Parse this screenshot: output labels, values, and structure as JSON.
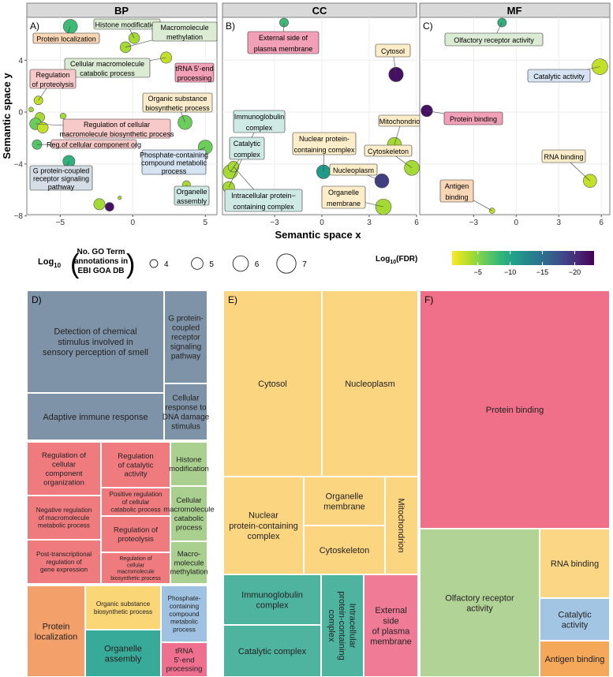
{
  "chart_data": [
    {
      "type": "scatter",
      "facet": "BP",
      "panel_letter": "A)",
      "xlim": [
        -7.3,
        5.8
      ],
      "ylim": [
        -7.9,
        7.3
      ],
      "xticks": [
        -5,
        0,
        5
      ],
      "xtick_labels": [
        "−5",
        "0",
        "5"
      ],
      "yticks": [
        4,
        0,
        -4,
        -8
      ],
      "ytick_labels": [
        "4",
        "0",
        "−4",
        "−8"
      ],
      "points": [
        {
          "label": "Protein localization",
          "x": -4.3,
          "y": 6.6,
          "log_size": 5.6,
          "log_fdr": -8
        },
        {
          "label": "Histone modification",
          "x": 0.1,
          "y": 5.7,
          "log_size": 4.8,
          "log_fdr": -4
        },
        {
          "label": "Macromolecule methylation",
          "x": -0.5,
          "y": 5.0,
          "log_size": 4.8,
          "log_fdr": -4
        },
        {
          "label": "Cellular macromolecule catabolic process",
          "x": 2.3,
          "y": 4.2,
          "log_size": 4.9,
          "log_fdr": -3
        },
        {
          "label": "tRNA 5'-end processing",
          "x": 5.0,
          "y": 3.0,
          "log_size": 3.3,
          "log_fdr": -3
        },
        {
          "label": "Regulation of proteolysis",
          "x": -6.5,
          "y": 0.9,
          "log_size": 4.3,
          "log_fdr": -3
        },
        {
          "label": "",
          "x": -7.0,
          "y": 0.2,
          "log_size": 3.3,
          "log_fdr": -4
        },
        {
          "label": "Organic substance biosynthetic process",
          "x": 3.6,
          "y": -0.8,
          "log_size": 5.6,
          "log_fdr": -6
        },
        {
          "label": "",
          "x": -4.8,
          "y": -0.3,
          "log_size": 3.6,
          "log_fdr": -4
        },
        {
          "label": "",
          "x": -6.4,
          "y": -0.4,
          "log_size": 4.5,
          "log_fdr": -4
        },
        {
          "label": "Regulation of cellular macromolecule biosynthetic process",
          "x": -6.7,
          "y": -0.9,
          "log_size": 5.0,
          "log_fdr": -6
        },
        {
          "label": "",
          "x": -6.2,
          "y": -1.2,
          "log_size": 4.8,
          "log_fdr": -3
        },
        {
          "label": "Reg of cellular component org",
          "x": -6.6,
          "y": -2.5,
          "log_size": 4.5,
          "log_fdr": -7
        },
        {
          "label": "Phosphate-containing compound metabolic process",
          "x": 5.0,
          "y": -2.7,
          "log_size": 5.6,
          "log_fdr": -6
        },
        {
          "label": "G protein-coupled receptor signaling pathway",
          "x": -4.4,
          "y": -3.8,
          "log_size": 5.1,
          "log_fdr": -9
        },
        {
          "label": "Organelle assembly",
          "x": 3.7,
          "y": -5.6,
          "log_size": 4.1,
          "log_fdr": -4
        },
        {
          "label": "",
          "x": -2.3,
          "y": -7.1,
          "log_size": 4.9,
          "log_fdr": -4
        },
        {
          "label": "",
          "x": -1.6,
          "y": -7.3,
          "log_size": 4.3,
          "log_fdr": -22
        },
        {
          "label": "",
          "x": -0.9,
          "y": -6.6,
          "log_size": 3.0,
          "log_fdr": -4
        }
      ],
      "labels": [
        {
          "text": "Histone modification",
          "fill": "#dcebd3",
          "callout_of": 1
        },
        {
          "text": "Macromolecule\nmethylation",
          "fill": "#dcebd3",
          "callout_of": 2
        },
        {
          "text": "Protein localization",
          "fill": "#f9d6b5",
          "callout_of": 0
        },
        {
          "text": "Cellular macromolecule\ncatabolic process",
          "fill": "#dcebd3",
          "callout_of": 3
        },
        {
          "text": "tRNA 5'-end\nprocessing",
          "fill": "#f2a0b8",
          "callout_of": 4
        },
        {
          "text": "Regulation\nof proteolysis",
          "fill": "#f8c9c9",
          "callout_of": 5
        },
        {
          "text": "Organic substance\nbiosynthetic process",
          "fill": "#faeccb",
          "callout_of": 7
        },
        {
          "text": "Regulation of cellular\nmacromolecule biosynthetic process",
          "fill": "#f8c9c9",
          "callout_of": 10
        },
        {
          "text": "Reg.of cellular component org",
          "fill": "#f8c9c9",
          "callout_of": 12
        },
        {
          "text": "Phosphate-containing\ncompound metabolic\nprocess",
          "fill": "#d5e3f2",
          "callout_of": 13
        },
        {
          "text": "G protein-coupled\nreceptor signaling\npathway",
          "fill": "#d5dde6",
          "callout_of": 14
        },
        {
          "text": "Organelle\nassembly",
          "fill": "#cfe9e4",
          "callout_of": 15
        }
      ]
    },
    {
      "type": "scatter",
      "facet": "CC",
      "panel_letter": "B)",
      "xlim": [
        -6.3,
        6.0
      ],
      "ylim": [
        -7.9,
        7.3
      ],
      "xticks": [
        -3,
        0,
        3,
        6
      ],
      "xtick_labels": [
        "−3",
        "0",
        "3",
        "6"
      ],
      "points": [
        {
          "label": "External side of plasma membrane",
          "x": -2.4,
          "y": 6.9,
          "log_size": 4.3,
          "log_fdr": -8
        },
        {
          "label": "Cytosol",
          "x": 4.7,
          "y": 2.9,
          "log_size": 5.7,
          "log_fdr": -22
        },
        {
          "label": "Immunoglobulin complex",
          "x": -5.9,
          "y": -5.8,
          "log_size": 5.0,
          "log_fdr": -4
        },
        {
          "label": "Catalytic complex",
          "x": -5.8,
          "y": -4.6,
          "log_size": 5.6,
          "log_fdr": -4
        },
        {
          "label": "Intracellular protein-containing complex",
          "x": -5.6,
          "y": -4.2,
          "log_size": 4.8,
          "log_fdr": -4
        },
        {
          "label": "Mitochondrion",
          "x": 4.6,
          "y": -2.5,
          "log_size": 5.6,
          "log_fdr": -4
        },
        {
          "label": "Nuclear protein-containing complex",
          "x": 0.1,
          "y": -4.6,
          "log_size": 5.5,
          "log_fdr": -11
        },
        {
          "label": "Cytoskeleton",
          "x": 5.7,
          "y": -4.3,
          "log_size": 5.8,
          "log_fdr": -4
        },
        {
          "label": "Nucleoplasm",
          "x": 3.8,
          "y": -5.3,
          "log_size": 5.6,
          "log_fdr": -19
        },
        {
          "label": "Organelle membrane",
          "x": 3.9,
          "y": -7.3,
          "log_size": 6.0,
          "log_fdr": -4
        }
      ],
      "labels": [
        {
          "text": "External side of\nplasma membrane",
          "fill": "#f2a0b8",
          "callout_of": 0
        },
        {
          "text": "Cytosol",
          "fill": "#fdeec9",
          "callout_of": 1
        },
        {
          "text": "Immunoglobulin\ncomplex",
          "fill": "#cfe9e4",
          "callout_of": 2
        },
        {
          "text": "Catalytic\ncomplex",
          "fill": "#cfe9e4",
          "callout_of": 3
        },
        {
          "text": "Mitochondrion",
          "fill": "#fdeec9",
          "callout_of": 5
        },
        {
          "text": "Nuclear protein-\ncontaining complex",
          "fill": "#fdeec9",
          "callout_of": 6
        },
        {
          "text": "Cytoskeleton",
          "fill": "#fdeec9",
          "callout_of": 7
        },
        {
          "text": "Nucleoplasm",
          "fill": "#fdeec9",
          "callout_of": 8
        },
        {
          "text": "Intracellular protein−\ncontaining complex",
          "fill": "#cfe9e4",
          "callout_of": 4
        },
        {
          "text": "Organelle\nmembrane",
          "fill": "#fdeec9",
          "callout_of": 9
        }
      ]
    },
    {
      "type": "scatter",
      "facet": "MF",
      "panel_letter": "C)",
      "xlim": [
        -6.8,
        6.6
      ],
      "ylim": [
        -7.9,
        7.3
      ],
      "xticks": [
        -3,
        0,
        3,
        6
      ],
      "xtick_labels": [
        "−3",
        "0",
        "3",
        "6"
      ],
      "points": [
        {
          "label": "Olfactory receptor activity",
          "x": -1.0,
          "y": 6.9,
          "log_size": 4.3,
          "log_fdr": -9
        },
        {
          "label": "Catalytic activity",
          "x": 5.9,
          "y": 3.5,
          "log_size": 6.0,
          "log_fdr": -3
        },
        {
          "label": "Protein binding",
          "x": -6.3,
          "y": 0.1,
          "log_size": 5.0,
          "log_fdr": -22
        },
        {
          "label": "RNA binding",
          "x": 5.2,
          "y": -5.3,
          "log_size": 5.4,
          "log_fdr": -3
        },
        {
          "label": "Antigen binding",
          "x": -1.7,
          "y": -7.6,
          "log_size": 3.5,
          "log_fdr": -3
        }
      ],
      "labels": [
        {
          "text": "Olfactory receptor activity",
          "fill": "#dcebd3",
          "callout_of": 0
        },
        {
          "text": "Catalytic activity",
          "fill": "#d5e3f2",
          "callout_of": 1
        },
        {
          "text": "Protein binding",
          "fill": "#f2a0b8",
          "callout_of": 2
        },
        {
          "text": "RNA binding",
          "fill": "#fdeec9",
          "callout_of": 3
        },
        {
          "text": "Antigen\nbinding",
          "fill": "#f9d6b5",
          "callout_of": 4
        }
      ]
    },
    {
      "type": "treemap",
      "panel_letter": "D)",
      "ontology": "BP",
      "tiles": [
        {
          "label": "Detection of chemical\nstimulus involved in\nsensory perception of smell",
          "color": "#7f93a8"
        },
        {
          "label": "Adaptive immune response",
          "color": "#7f93a8"
        },
        {
          "label": "G protein-\ncoupled\nreceptor\nsignaling\npathway",
          "color": "#7f93a8"
        },
        {
          "label": "Cellular\nresponse to\nDNA damage\nstimulus",
          "color": "#7f93a8"
        },
        {
          "label": "Regulation of\ncellular\ncomponent\norganization",
          "color": "#f07b7f"
        },
        {
          "label": "Negative regulation\nof macromolecule\nmetabolic process",
          "color": "#f07b7f"
        },
        {
          "label": "Post-transcriptional\nregulation of\ngene expression",
          "color": "#f07b7f"
        },
        {
          "label": "Regulation\nof catalytic\nactivity",
          "color": "#f07b7f"
        },
        {
          "label": "Positive regulation\nof cellular\ncatabolic process",
          "color": "#f07b7f"
        },
        {
          "label": "Regulation of\nproteolysis",
          "color": "#f07b7f"
        },
        {
          "label": "Regulation of\ncellular\nmacromolecule\nbiosynthetic process",
          "color": "#f07b7f"
        },
        {
          "label": "Histone\nmodification",
          "color": "#a9d08e"
        },
        {
          "label": "Cellular\nmacromolecule\ncatabolic\nprocess",
          "color": "#a9d08e"
        },
        {
          "label": "Macro-\nmolecule\nmethylation",
          "color": "#a9d08e"
        },
        {
          "label": "Protein\nlocalization",
          "color": "#f4a06a"
        },
        {
          "label": "Organic substance\nbiosynthetic process",
          "color": "#fbd677"
        },
        {
          "label": "Organelle\nassembly",
          "color": "#38aa9a"
        },
        {
          "label": "Phosphate-\ncontaining\ncompound\nmetabolic\nprocess",
          "color": "#9fc2e2"
        },
        {
          "label": "tRNA\n5'-end\nprocessing",
          "color": "#ef6f8f"
        }
      ]
    },
    {
      "type": "treemap",
      "panel_letter": "E)",
      "ontology": "CC",
      "tiles": [
        {
          "label": "Cytosol",
          "color": "#fbd580"
        },
        {
          "label": "Nucleoplasm",
          "color": "#fbd580"
        },
        {
          "label": "Nuclear\nprotein-containing\ncomplex",
          "color": "#fbd580"
        },
        {
          "label": "Organelle\nmembrane",
          "color": "#fbd580"
        },
        {
          "label": "Cytoskeleton",
          "color": "#fbd580"
        },
        {
          "label": "Mitochondrion",
          "color": "#fbd580"
        },
        {
          "label": "Immunoglobulin\ncomplex",
          "color": "#4fb49f"
        },
        {
          "label": "Catalytic complex",
          "color": "#4fb49f"
        },
        {
          "label": "Intracellular\nprotein-containing\ncomplex",
          "color": "#4fb49f"
        },
        {
          "label": "External\nside\nof plasma\nmembrane",
          "color": "#ef7b97"
        }
      ]
    },
    {
      "type": "treemap",
      "panel_letter": "F)",
      "ontology": "MF",
      "tiles": [
        {
          "label": "Protein binding",
          "color": "#f07089"
        },
        {
          "label": "Olfactory receptor\nactivity",
          "color": "#b2d396"
        },
        {
          "label": "RNA binding",
          "color": "#fbd685"
        },
        {
          "label": "Catalytic\nactivity",
          "color": "#a3c5e4"
        },
        {
          "label": "Antigen binding",
          "color": "#f6a85a"
        }
      ]
    }
  ],
  "axes": {
    "xlabel": "Semantic space x",
    "ylabel": "Semantic space y"
  },
  "size_legend": {
    "log_prefix": "Log",
    "log_subscript": "10",
    "title_line1": "No. GO Term",
    "title_line2": "annotations in",
    "title_line3": "EBI GOA DB",
    "items": [
      {
        "value": 4,
        "label": "4"
      },
      {
        "value": 5,
        "label": "5"
      },
      {
        "value": 6,
        "label": "6"
      },
      {
        "value": 7,
        "label": "7"
      }
    ]
  },
  "color_legend": {
    "title_prefix": "Log",
    "title_subscript": "10",
    "title_suffix": "(FDR)",
    "range": [
      -23,
      -1
    ],
    "ticks": [
      {
        "value": -5,
        "label": "−5"
      },
      {
        "value": -10,
        "label": "−10"
      },
      {
        "value": -15,
        "label": "−15"
      },
      {
        "value": -20,
        "label": "−20"
      }
    ],
    "colormap": [
      "#fde725",
      "#b5de2b",
      "#6ece58",
      "#35b779",
      "#1f9e89",
      "#26828e",
      "#31688e",
      "#3e4989",
      "#482878",
      "#440154"
    ]
  }
}
